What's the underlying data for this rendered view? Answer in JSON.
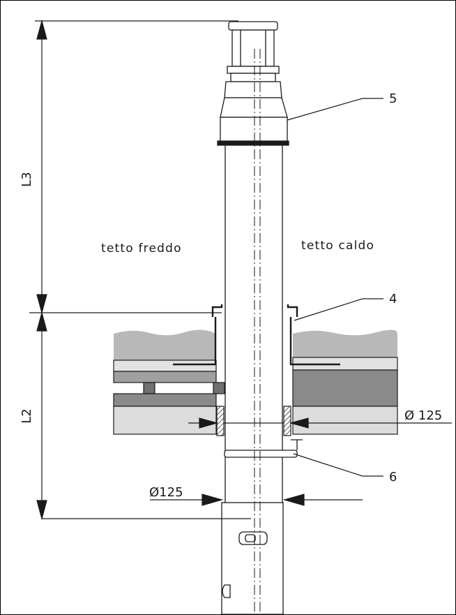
{
  "diagram": {
    "dimension_labels": {
      "upper": "L3",
      "lower": "L2"
    },
    "regions": {
      "left": "tetto freddo",
      "right": "tetto caldo"
    },
    "callouts": {
      "top_adapter": "5",
      "collar": "4",
      "clamp": "6"
    },
    "diameters": {
      "roof_passage": "Ø 125",
      "pipe": "Ø125"
    },
    "colors": {
      "line": "#1a1a1a",
      "insulation": "#b8b8b8",
      "deck": "#e2e2e2",
      "dark_layer": "#8a8a8a",
      "mid_layer": "#a0a0a0"
    }
  }
}
